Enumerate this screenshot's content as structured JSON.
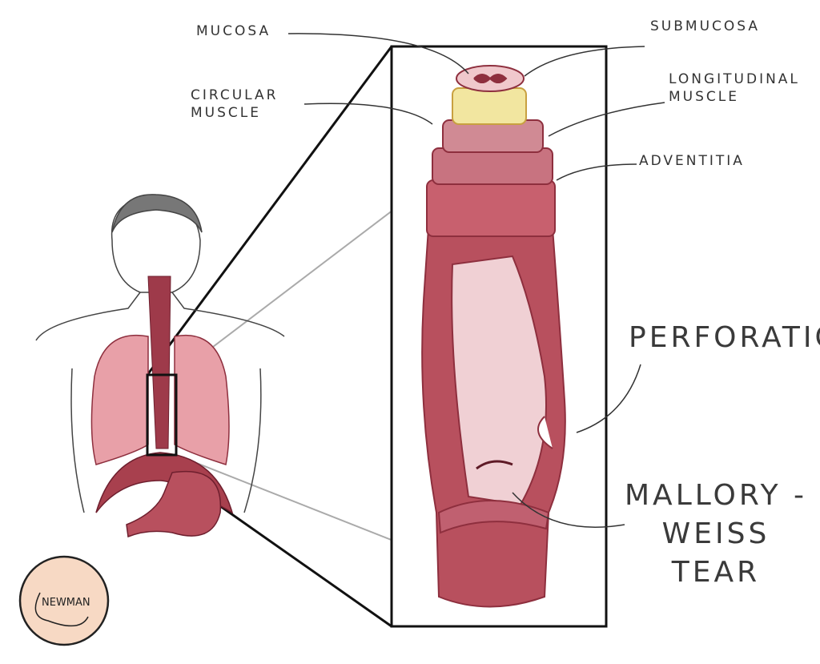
{
  "labels": {
    "mucosa": "MUCOSA",
    "submucosa": "SUBMUCOSA",
    "circular_muscle": "CIRCULAR\nMUSCLE",
    "longitudinal_muscle": "LONGITUDINAL\nMUSCLE",
    "adventitia": "ADVENTITIA",
    "perforation": "PERFORATION",
    "mallory_weiss_tear": "MALLORY -\nWEISS\nTEAR"
  },
  "logo": {
    "text": "NEWMAN"
  },
  "colors": {
    "tissue": "#b8505e",
    "tissue_dark": "#8e2f3e",
    "tissue_light": "#f0d0d4",
    "lung": "#e8a0a8",
    "logo_bg": "#f7d9c4"
  }
}
